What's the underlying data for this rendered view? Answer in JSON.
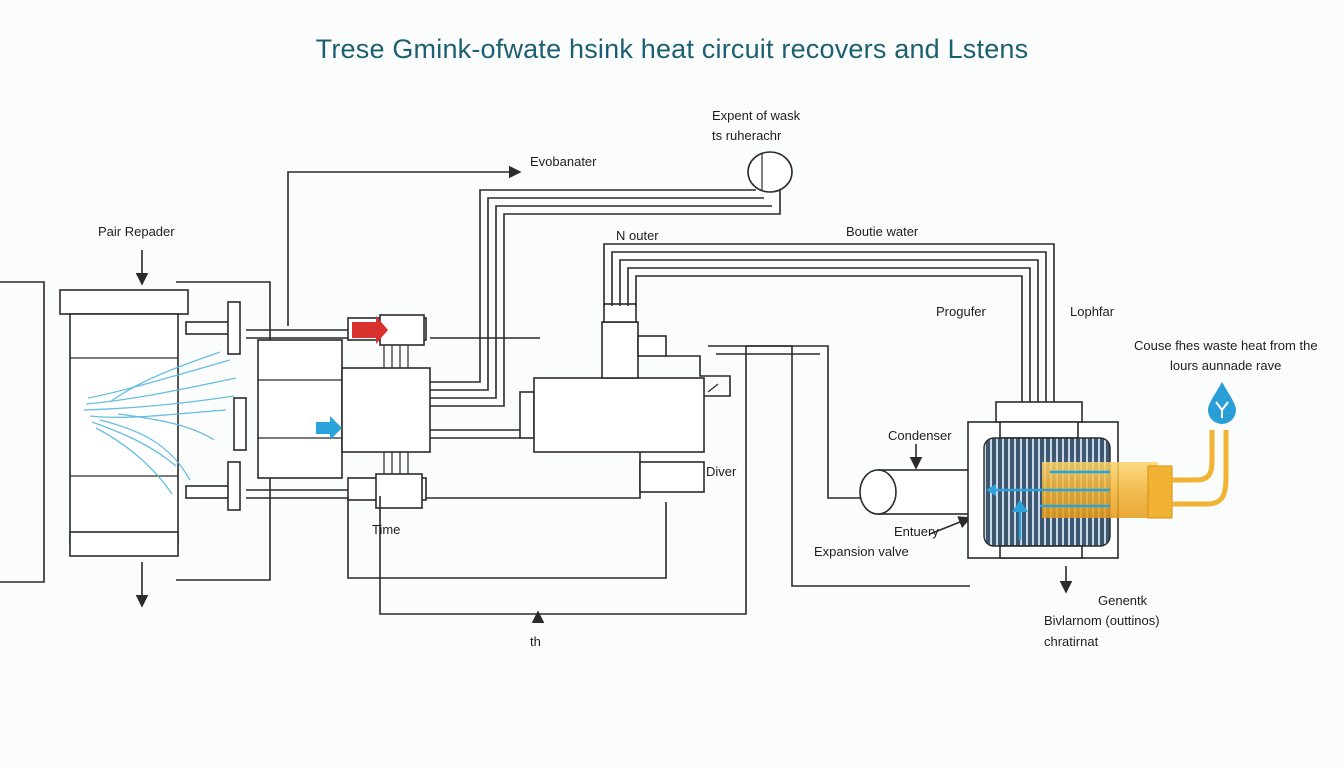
{
  "title": "Trese Gmink-ofwate hsink heat circuit recovers and Lstens",
  "labels": {
    "expent_line1": "Expent of wask",
    "expent_line2": "ts ruherachr",
    "evobanater": "Evobanater",
    "pair_repader": "Pair Repader",
    "n_outer": "N outer",
    "boutie_water": "Boutie water",
    "progufer": "Progufer",
    "lophfar": "Lophfar",
    "cause_line1": "Couse fhes waste heat from the",
    "cause_line2": "lours aunnade rave",
    "condenser": "Condenser",
    "diver": "Diver",
    "time": "Time",
    "entrey": "Entuery",
    "expansion_valve": "Expansion valve",
    "genentk": "Genentk",
    "bivlamon": "Bivlarnom (outtinos)",
    "chratimat": "chratirnat",
    "th": "th"
  },
  "colors": {
    "title": "#1d5f72",
    "line": "#2b2b2b",
    "waste_heat_blue": "#56b8de",
    "flow_arrow_red": "#d8322e",
    "flow_arrow_blue": "#2aa3dc",
    "heat_pipe_gold": "#f2b233",
    "water_drop": "#2a9ed6",
    "exchanger_core": "#3f5872"
  },
  "icons": [
    "red-flow-arrow-icon",
    "blue-flow-arrow-icon",
    "water-drop-icon",
    "up-arrow-icon"
  ]
}
